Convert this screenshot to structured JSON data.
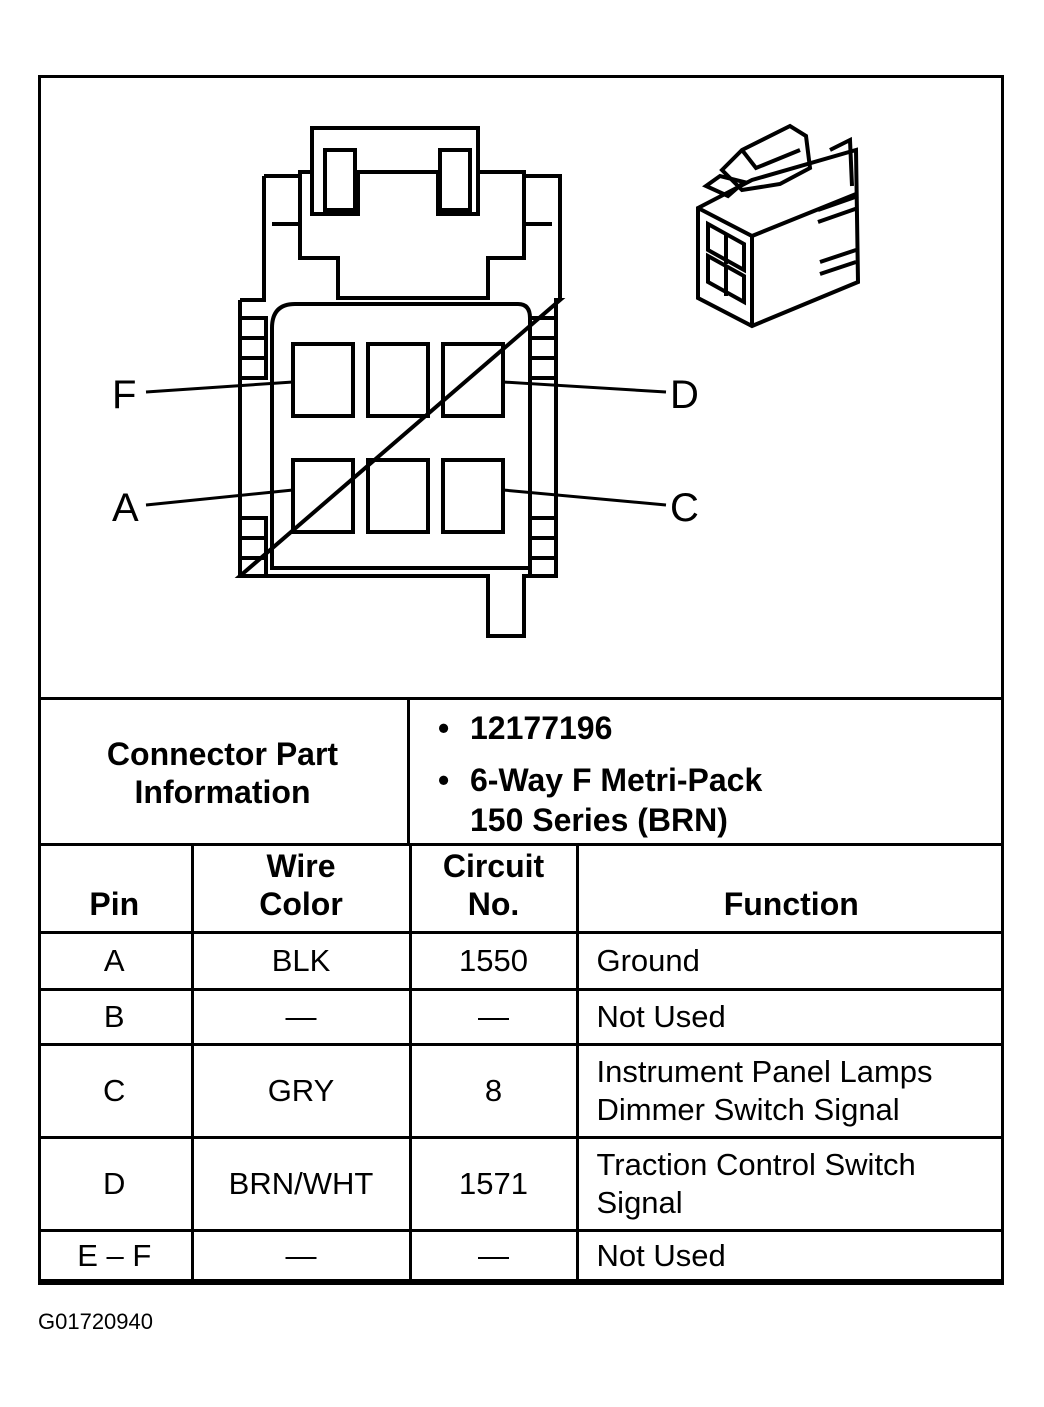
{
  "pin_labels": {
    "F": "F",
    "A": "A",
    "D": "D",
    "C": "C"
  },
  "connector_info": {
    "label": "Connector Part Information",
    "items": [
      "12177196",
      "6-Way F Metri-Pack 150 Series (BRN)"
    ]
  },
  "table": {
    "headers": {
      "pin": "Pin",
      "wire_color": "Wire Color",
      "circuit": "Circuit No.",
      "function": "Function"
    },
    "rows": [
      {
        "pin": "A",
        "wire_color": "BLK",
        "circuit": "1550",
        "function": "Ground"
      },
      {
        "pin": "B",
        "wire_color": "—",
        "circuit": "—",
        "function": "Not Used"
      },
      {
        "pin": "C",
        "wire_color": "GRY",
        "circuit": "8",
        "function": "Instrument Panel Lamps Dimmer Switch Signal"
      },
      {
        "pin": "D",
        "wire_color": "BRN/WHT",
        "circuit": "1571",
        "function": "Traction Control Switch Signal"
      },
      {
        "pin": "E – F",
        "wire_color": "—",
        "circuit": "—",
        "function": "Not Used"
      }
    ]
  },
  "figure_id": "G01720940"
}
